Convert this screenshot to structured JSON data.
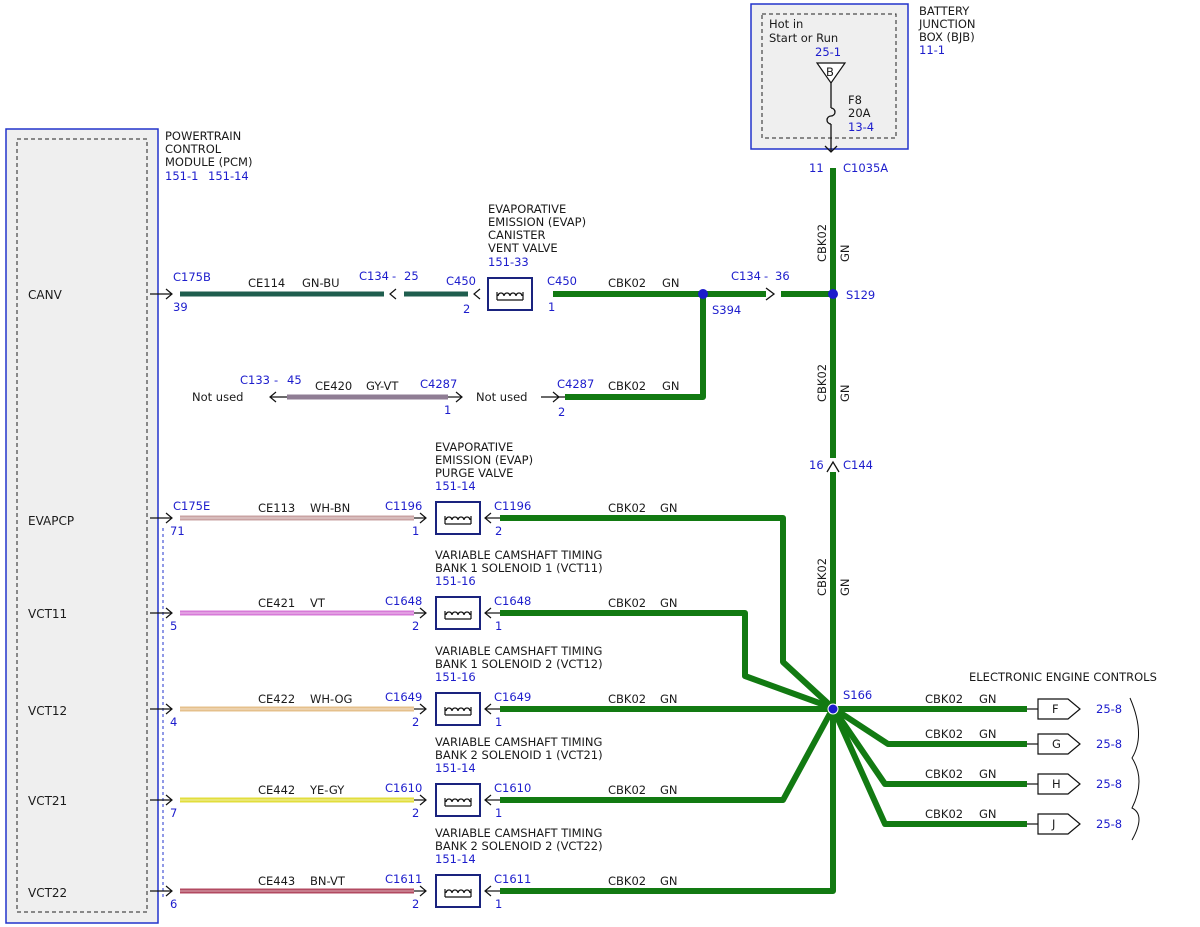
{
  "bjb": {
    "title": [
      "BATTERY",
      "JUNCTION",
      "BOX (BJB)"
    ],
    "ref": "11-1",
    "hot_text": [
      "Hot in",
      "Start or Run"
    ],
    "hot_ref": "25-1",
    "bus_letter": "B",
    "fuse_name": "F8",
    "fuse_rating": "20A",
    "fuse_ref": "13-4",
    "conn_pin": "11",
    "conn_name": "C1035A"
  },
  "pcm": {
    "title": [
      "POWERTRAIN",
      "CONTROL",
      "MODULE (PCM)"
    ],
    "ref1": "151-1",
    "ref2": "151-14",
    "signals": [
      "CANV",
      "EVAPCP",
      "VCT11",
      "VCT12",
      "VCT21",
      "VCT22"
    ]
  },
  "evap_vent": {
    "title": [
      "EVAPORATIVE",
      "EMISSION (EVAP)",
      "CANISTER",
      "VENT VALVE"
    ],
    "ref": "151-33"
  },
  "row_canv": {
    "pcm_conn": "C175B",
    "pcm_pin": "39",
    "circuit": "CE114",
    "color": "GN-BU",
    "inline_conn": "C134",
    "inline_dash": "-",
    "inline_pin": "25",
    "dev_conn_left": "C450",
    "dev_pin_left": "2",
    "dev_conn_right": "C450",
    "dev_pin_right": "1",
    "gnd_circuit": "CBK02",
    "gnd_color": "GN",
    "splice_left": "S394",
    "mid_conn": "C134",
    "mid_dash": "-",
    "mid_pin": "36",
    "splice_right": "S129"
  },
  "row_unused": {
    "left_conn": "C133",
    "left_dash": "-",
    "left_pin": "45",
    "circuit": "CE420",
    "color": "GY-VT",
    "conn": "C4287",
    "pin": "1",
    "not_used": "Not used",
    "right_conn": "C4287",
    "right_pin": "2",
    "gnd_circuit": "CBK02",
    "gnd_color": "GN"
  },
  "vertical": {
    "top_circuit": "CBK02",
    "top_color": "GN",
    "mid_circuit": "CBK02",
    "mid_color": "GN",
    "c144_pin": "16",
    "c144": "C144",
    "low_circuit": "CBK02",
    "low_color": "GN",
    "splice_bottom": "S166"
  },
  "rows": [
    {
      "pcm_conn": "C175E",
      "pcm_pin": "71",
      "circuit": "CE113",
      "color": "WH-BN",
      "dev_conn": "C1196",
      "dev_pin_left": "1",
      "dev_pin_right": "2",
      "dev_title": [
        "EVAPORATIVE",
        "EMISSION (EVAP)",
        "PURGE VALVE"
      ],
      "dev_ref": "151-14",
      "gnd_circuit": "CBK02",
      "gnd_color": "GN"
    },
    {
      "pcm_conn": "",
      "pcm_pin": "5",
      "circuit": "CE421",
      "color": "VT",
      "dev_conn": "C1648",
      "dev_pin_left": "2",
      "dev_pin_right": "1",
      "dev_title": [
        "VARIABLE CAMSHAFT TIMING",
        "BANK 1 SOLENOID 1 (VCT11)"
      ],
      "dev_ref": "151-16",
      "gnd_circuit": "CBK02",
      "gnd_color": "GN"
    },
    {
      "pcm_conn": "",
      "pcm_pin": "4",
      "circuit": "CE422",
      "color": "WH-OG",
      "dev_conn": "C1649",
      "dev_pin_left": "2",
      "dev_pin_right": "1",
      "dev_title": [
        "VARIABLE CAMSHAFT TIMING",
        "BANK 1 SOLENOID 2 (VCT12)"
      ],
      "dev_ref": "151-16",
      "gnd_circuit": "CBK02",
      "gnd_color": "GN"
    },
    {
      "pcm_conn": "",
      "pcm_pin": "7",
      "circuit": "CE442",
      "color": "YE-GY",
      "dev_conn": "C1610",
      "dev_pin_left": "2",
      "dev_pin_right": "1",
      "dev_title": [
        "VARIABLE CAMSHAFT TIMING",
        "BANK 2 SOLENOID 1 (VCT21)"
      ],
      "dev_ref": "151-14",
      "gnd_circuit": "CBK02",
      "gnd_color": "GN"
    },
    {
      "pcm_conn": "",
      "pcm_pin": "6",
      "circuit": "CE443",
      "color": "BN-VT",
      "dev_conn": "C1611",
      "dev_pin_left": "2",
      "dev_pin_right": "1",
      "dev_title": [
        "VARIABLE CAMSHAFT TIMING",
        "BANK 2 SOLENOID 2 (VCT22)"
      ],
      "dev_ref": "151-14",
      "gnd_circuit": "CBK02",
      "gnd_color": "GN"
    }
  ],
  "eec": {
    "title": "ELECTRONIC ENGINE CONTROLS",
    "outputs": [
      {
        "circuit": "CBK02",
        "color": "GN",
        "letter": "F",
        "ref": "25-8"
      },
      {
        "circuit": "CBK02",
        "color": "GN",
        "letter": "G",
        "ref": "25-8"
      },
      {
        "circuit": "CBK02",
        "color": "GN",
        "letter": "H",
        "ref": "25-8"
      },
      {
        "circuit": "CBK02",
        "color": "GN",
        "letter": "J",
        "ref": "25-8"
      }
    ]
  },
  "colors": {
    "ground_green": "#127a12",
    "link_blue": "#1c1ccc",
    "box_fill": "#efefef",
    "gn_bu": "#1f5e4e",
    "gy_vt": "#8f7d94",
    "wh_bn": "#c9a3a3",
    "vt": "#d77ad8",
    "wh_og": "#e5c08c",
    "ye_gy": "#e2de3c",
    "bn_vt": "#b24a61"
  }
}
